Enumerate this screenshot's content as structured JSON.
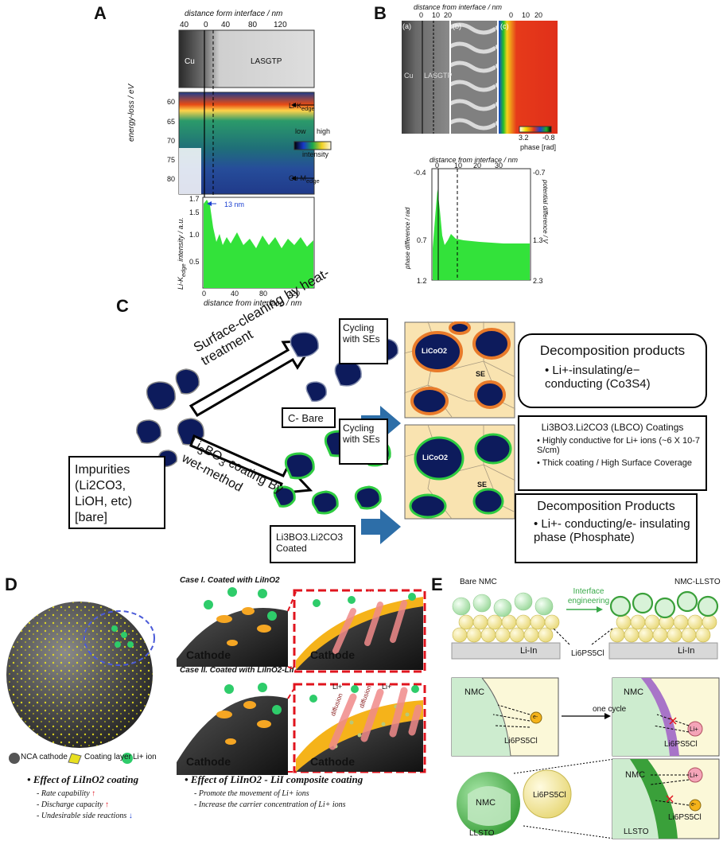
{
  "panelA": {
    "label": "A",
    "top_axis_title": "distance form interface / nm",
    "top_ticks": [
      "40",
      "0",
      "40",
      "80",
      "120"
    ],
    "cu": "Cu",
    "lasgtp": "LASGTP",
    "energy_ylabel": "energy-loss / eV",
    "energy_ticks": [
      "60",
      "65",
      "70",
      "75",
      "80"
    ],
    "li_edge": "Li-K",
    "li_edge_sub": "edge",
    "cu_edge": "Cu-M",
    "cu_edge_sub": "edge",
    "legend_low": "low",
    "legend_high": "high",
    "legend_intensity": "intensity",
    "bottom_ylabel_main": "Li-K",
    "bottom_ylabel_sub": "edge",
    "bottom_ylabel_rest": " intensity / a.u.",
    "y_ticks": [
      "1.7",
      "1.5",
      "1.0",
      "0.5"
    ],
    "annotation": "13 nm",
    "x_ticks": [
      "0",
      "40",
      "80",
      "120"
    ],
    "x_axis_title": "distance from interface / nm"
  },
  "panelB": {
    "label": "B",
    "top_axis_title": "distance from interface / nm",
    "top_ticks": [
      "0",
      "10",
      "20"
    ],
    "top_ticks_c": [
      "0",
      "10",
      "20"
    ],
    "sub_a": "(a)",
    "sub_b": "(b)",
    "sub_c": "(c)",
    "cu": "Cu",
    "lasgtp": "LASGTP",
    "scale_left": "3.2",
    "scale_right": "-0.8",
    "scale_label": "phase [rad]",
    "plot_title": "distance from interface / nm",
    "x_ticks": [
      "0",
      "10",
      "20",
      "30"
    ],
    "left_ticks": [
      "-0.4",
      "0.7",
      "1.2"
    ],
    "right_ticks": [
      "-0.7",
      "1.3",
      "2.3"
    ],
    "left_label": "phase difference / rad",
    "right_label": "potential difference / V"
  },
  "panelC": {
    "label": "C",
    "cycling_1": "Cycling with SEs",
    "cycling_2": "Cycling with SEs",
    "arrow_top": "Surface-cleaning by heat-treatment",
    "arrow_bottom_1": "Li",
    "arrow_bottom_sub": "3",
    "arrow_bottom_2": "BO",
    "arrow_bottom_sub2": "3",
    "arrow_bottom_3": " coating By wet-method",
    "c_bare": "C- Bare",
    "impurities": "Impurities (Li2CO3, LiOH, etc) [bare]",
    "coated": "Li3BO3.Li2CO3 Coated",
    "licoo2_top": "LiCoO2",
    "licoo2_bottom": "LiCoO2",
    "se_top": "SE",
    "se_bottom": "SE",
    "decomp1_title": "Decomposition products",
    "decomp1_bullet": "Li+-insulating/e− conducting (Co3S4)",
    "lbco_title": "Li3BO3.Li2CO3 (LBCO) Coatings",
    "lbco_b1": "Highly conductive for Li+ ions (~6 X 10-7 S/cm)",
    "lbco_b2": "Thick coating / High Surface Coverage",
    "decomp2_title": "Decomposition Products",
    "decomp2_bullet": "Li+- conducting/e- insulating phase (Phosphate)"
  },
  "panelD": {
    "label": "D",
    "case1": "Case I. Coated with LiInO2",
    "case2": "Case II. Coated with LiInO2-LiI",
    "cathode": "Cathode",
    "li": "Li+",
    "diffusion": "diffusion",
    "legend_nca": "NCA cathode",
    "legend_coating": "Coating layer",
    "legend_li": "Li+ ion",
    "effect1_title": "Effect of LiInO2 coating",
    "effect1_items": [
      "- Rate capability",
      "- Discharge capacity",
      "- Undesirable side reactions"
    ],
    "effect2_title": "Effect of LiInO2 - LiI  composite coating",
    "effect2_items": [
      "- Promote the movement of Li+ ions",
      "- Increase the carrier concentration of Li+ ions"
    ]
  },
  "panelE": {
    "label": "E",
    "bare_nmc": "Bare NMC",
    "nmc_llsto": "NMC-LLSTO",
    "interface_eng": "Interface engineering",
    "li6ps5cl": "Li6PS5Cl",
    "li_in": "Li-In",
    "nmc": "NMC",
    "one_cycle": "one cycle",
    "li_plus": "Li+",
    "e_minus": "e-",
    "llsto": "LLSTO"
  },
  "colors": {
    "navy": "#0d1b5c",
    "green": "#2ecc40",
    "orange": "#e87a2a",
    "se_beige": "#f9e3b0",
    "arrow_blue": "#2d6ea8",
    "red_dash": "#e0141e",
    "nmc_green": "#cdeccf",
    "pale_yellow": "#fbf8d8"
  }
}
